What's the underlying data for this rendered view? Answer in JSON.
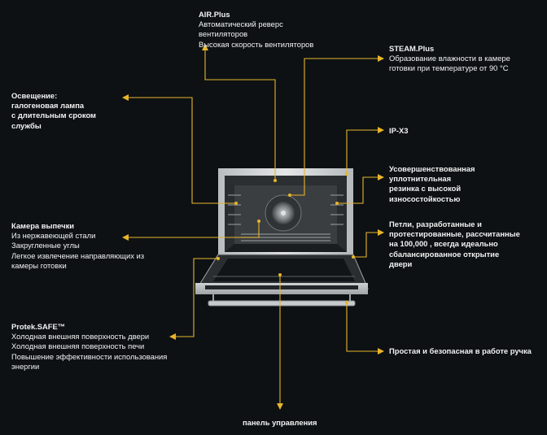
{
  "callouts": {
    "airplus": {
      "title": "AIR.Plus",
      "lines": [
        "Автоматический реверс",
        "вентиляторов",
        "Высокая скорость вентиляторов"
      ]
    },
    "steamplus": {
      "title": "STEAM.Plus",
      "lines": [
        "Образование влажности в камере",
        "готовки при температуре от 90 °C"
      ]
    },
    "lighting": {
      "lines": [
        "Освещение:",
        "галогеновая лампа",
        "с длительным сроком",
        "службы"
      ]
    },
    "ipx3": {
      "lines": [
        "IP-X3"
      ]
    },
    "gasket": {
      "lines": [
        "Усовершенствованная",
        "уплотнительная",
        "резинка с высокой",
        "износостойкостью"
      ]
    },
    "chamber": {
      "lines": [
        "Камера выпечки",
        "Из нержавеющей стали",
        "Закругленные углы",
        "Легкое извлечение направляющих из",
        "камеры готовки"
      ]
    },
    "hinges": {
      "lines": [
        "Петли, разработанные и",
        "протестированные, рассчитанные",
        "на 100,000 , всегда идеально",
        "сбалансированное открытие",
        "двери"
      ]
    },
    "protek": {
      "title": "Protek.SAFE™",
      "lines": [
        "Холодная внешняя поверхность двери",
        "Холодная внешняя поверхность печи",
        "Повышение эффективности использования",
        "энергии"
      ]
    },
    "handle": {
      "lines": [
        "Простая и безопасная в работе ручка"
      ]
    },
    "panel": {
      "lines": [
        "панель управления"
      ]
    }
  },
  "colors": {
    "background": "#0d1114",
    "line": "#e8b52a",
    "text": "#f2f2f2"
  }
}
